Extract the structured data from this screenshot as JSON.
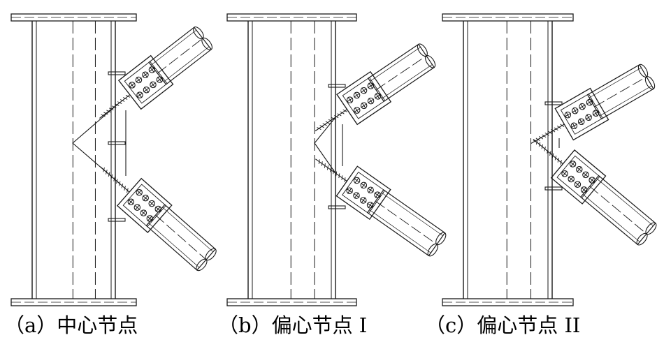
{
  "captions": {
    "a": "（a）中心节点",
    "b": "（b）偏心节点 I",
    "c": "（c）偏心节点 II"
  },
  "colors": {
    "line": "#1a1a1a",
    "background": "#ffffff"
  }
}
